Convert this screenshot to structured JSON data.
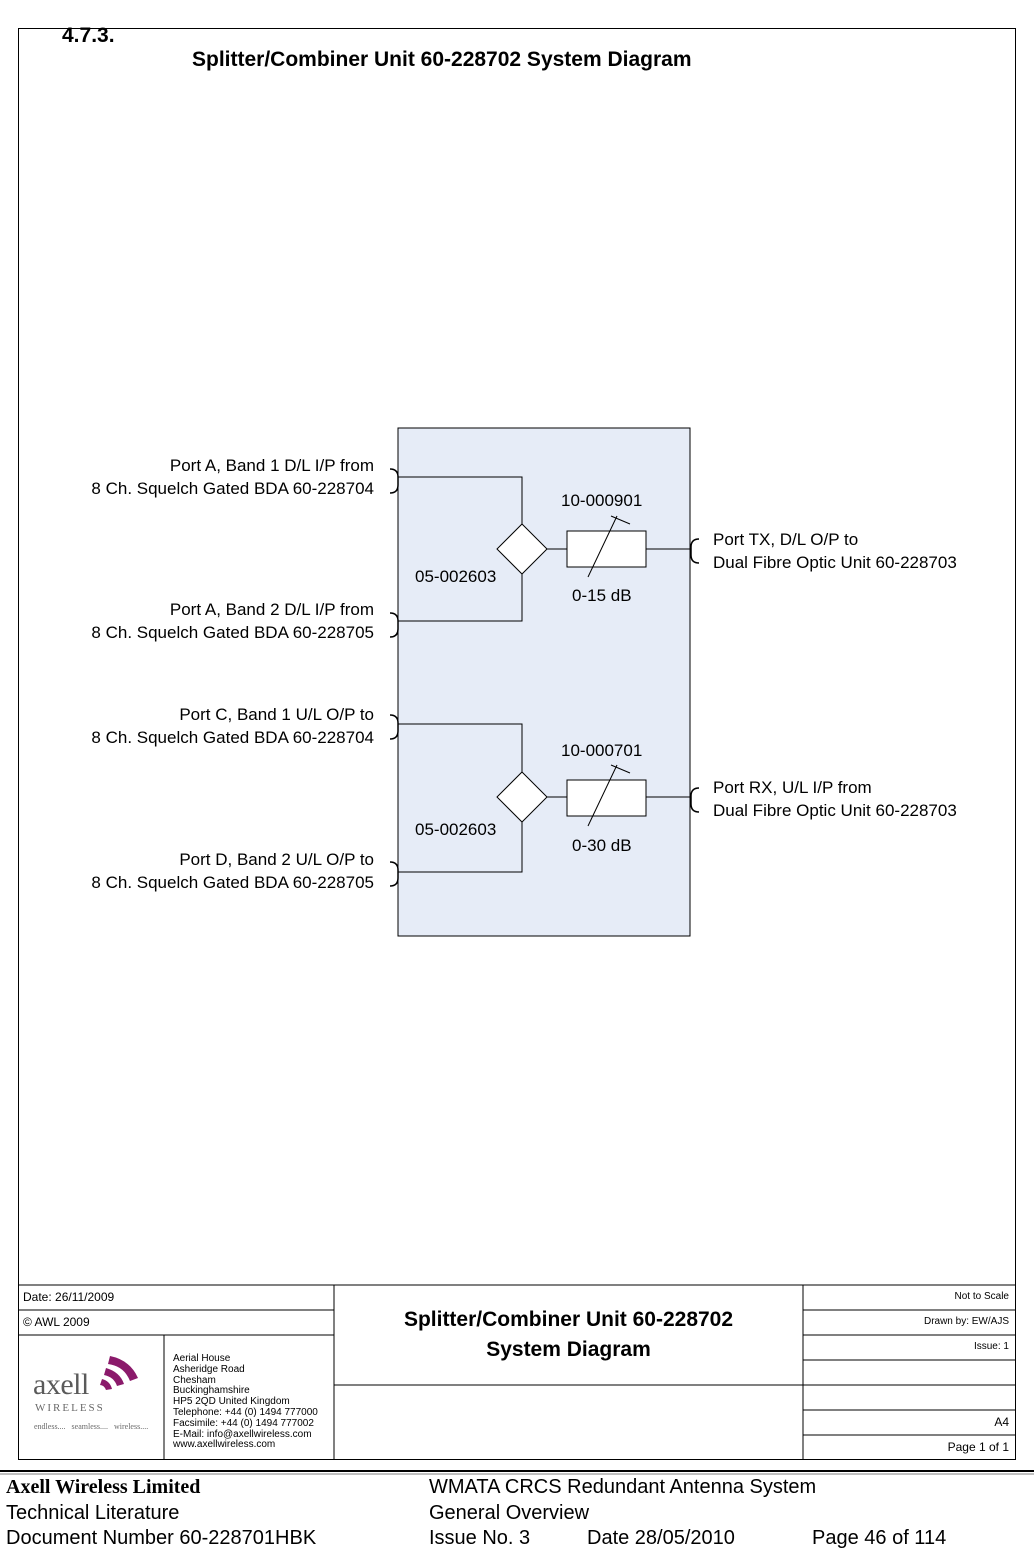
{
  "section": {
    "number": "4.7.3.",
    "title": "Splitter/Combiner Unit 60-228702 System Diagram"
  },
  "diagram": {
    "fill_color": "#e6ecf7",
    "inputs": [
      {
        "line1": "Port A, Band 1 D/L I/P from",
        "line2": "8 Ch. Squelch Gated BDA 60-228704"
      },
      {
        "line1": "Port A, Band 2 D/L I/P from",
        "line2": "8 Ch. Squelch Gated BDA 60-228705"
      },
      {
        "line1": "Port C, Band 1 U/L O/P to",
        "line2": "8 Ch. Squelch Gated BDA 60-228704"
      },
      {
        "line1": "Port D, Band 2 U/L O/P to",
        "line2": "8 Ch. Squelch Gated BDA 60-228705"
      }
    ],
    "outputs": [
      {
        "line1": "Port TX, D/L O/P to",
        "line2": "Dual Fibre Optic Unit 60-228703"
      },
      {
        "line1": "Port RX, U/L I/P from",
        "line2": "Dual Fibre Optic Unit 60-228703"
      }
    ],
    "splitters": [
      {
        "part": "05-002603"
      },
      {
        "part": "05-002603"
      }
    ],
    "attenuators": [
      {
        "part": "10-000901",
        "range": "0-15 dB"
      },
      {
        "part": "10-000701",
        "range": "0-30 dB"
      }
    ]
  },
  "title_block": {
    "date": "Date: 26/11/2009",
    "copyright": "© AWL 2009",
    "title_line1": "Splitter/Combiner Unit 60-228702",
    "title_line2": "System Diagram",
    "scale": "Not to Scale",
    "drawn_by": "Drawn by: EW/AJS",
    "issue": "Issue: 1",
    "paper_size": "A4",
    "page": "Page 1 of 1",
    "address": [
      "Aerial House",
      "Asheridge Road",
      "Chesham",
      "Buckinghamshire",
      "HP5 2QD United Kingdom",
      "Telephone: +44 (0) 1494 777000",
      "Facsimile: +44 (0) 1494 777002",
      "E-Mail: info@axellwireless.com",
      "www.axellwireless.com"
    ],
    "logo": {
      "name": "axell",
      "sub": "WIRELESS",
      "tagline": "endless....   seamless....   wireless....",
      "brand_color": "#8b1a6b"
    }
  },
  "footer": {
    "company": "Axell Wireless Limited",
    "lit": "Technical Literature",
    "doc_number": "Document Number 60-228701HBK",
    "system": "WMATA CRCS Redundant Antenna System",
    "overview": "General Overview",
    "issue": "Issue No. 3",
    "date": "Date 28/05/2010",
    "page": "Page 46 of 114"
  }
}
